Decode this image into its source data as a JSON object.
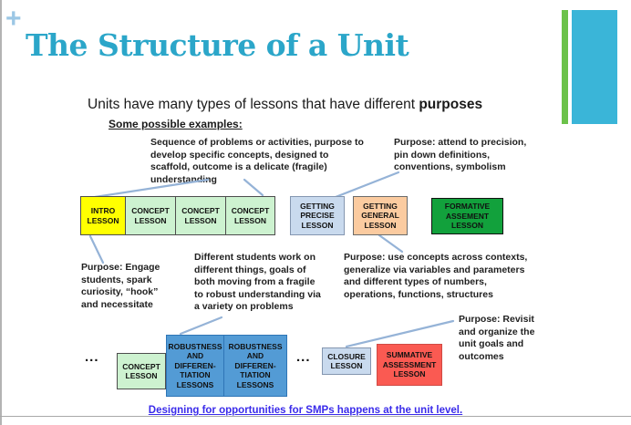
{
  "header": {
    "plus": "+",
    "title": "The Structure of a Unit"
  },
  "intro": {
    "subtitle_prefix": "Units have many types of lessons that have different ",
    "subtitle_bold": "purposes",
    "examples_label": "Some possible examples:"
  },
  "annotations": {
    "sequence": "Sequence of problems or activities, purpose to\ndevelop specific concepts, designed to\nscaffold, outcome is a delicate (fragile)\nunderstanding",
    "precision": "Purpose: attend to precision,\npin down definitions,\nconventions, symbolism",
    "engage": "Purpose: Engage\nstudents, spark\ncuriosity, “hook”\nand necessitate",
    "different": "Different students work on\ndifferent things, goals of\nboth moving from a fragile\nto robust understanding via\na variety on problems",
    "generalize": "Purpose: use concepts across contexts,\ngeneralize via variables and parameters\nand different types of numbers,\noperations, functions, structures",
    "revisit": "Purpose: Revisit\nand organize the\nunit goals and\noutcomes"
  },
  "boxes": {
    "row1": [
      {
        "label": "INTRO\nLESSON",
        "type": "intro",
        "fill": "#FFFF00"
      },
      {
        "label": "CONCEPT\nLESSON",
        "type": "concept",
        "fill": "#CDF2D0"
      },
      {
        "label": "CONCEPT\nLESSON",
        "type": "concept",
        "fill": "#CDF2D0"
      },
      {
        "label": "CONCEPT\nLESSON",
        "type": "concept",
        "fill": "#CDF2D0"
      },
      {
        "label": "GETTING\nPRECISE\nLESSON",
        "type": "precise",
        "fill": "#C9DAEE"
      },
      {
        "label": "GETTING\nGENERAL\nLESSON",
        "type": "general",
        "fill": "#FBCBA0"
      },
      {
        "label": "FORMATIVE\nASSEMENT\nLESSON",
        "type": "formative",
        "fill": "#12A13C"
      }
    ],
    "row2": [
      {
        "label": "CONCEPT\nLESSON",
        "type": "concept",
        "fill": "#CDF2D0"
      },
      {
        "label": "ROBUSTNESS\nAND\nDIFFEREN-\nTIATION\nLESSONS",
        "type": "robust",
        "fill": "#539BD5"
      },
      {
        "label": "ROBUSTNESS\nAND\nDIFFEREN-\nTIATION\nLESSONS",
        "type": "robust",
        "fill": "#539BD5"
      },
      {
        "label": "CLOSURE\nLESSON",
        "type": "precise",
        "fill": "#C9DAEE"
      },
      {
        "label": "SUMMATIVE\nASSESSMENT\nLESSON",
        "type": "summative",
        "fill": "#FA5A52"
      }
    ]
  },
  "ellipsis": "...",
  "footer": {
    "link": "Designing for opportunities for SMPs happens at the unit level."
  },
  "colors": {
    "title_teal": "#2BA6C9",
    "plus_blue": "#9CC7E5",
    "bar_green": "#6CC24A",
    "bar_teal": "#3AB5D8",
    "connector_blue": "#95B3D7",
    "footer_link_blue": "#3A2BEA"
  }
}
